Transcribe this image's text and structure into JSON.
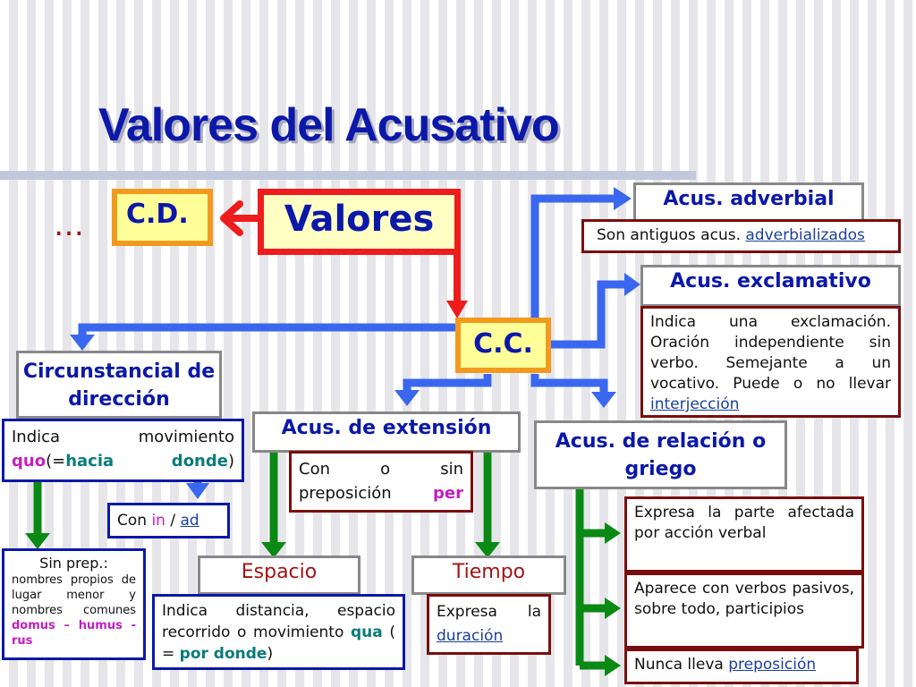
{
  "title": "Valores del Acusativo",
  "ellipsis": "…",
  "nodes": {
    "cd": "C.D.",
    "valores": "Valores",
    "cc": "C.C.",
    "adverbial": "Acus. adverbial",
    "exclamativo": "Acus. exclamativo",
    "direccion": "Circunstancial de dirección",
    "extension": "Acus. de extensión",
    "relacion": "Acus. de relación o griego",
    "espacio": "Espacio",
    "tiempo": "Tiempo"
  },
  "texts": {
    "adverbial_desc": "Son antiguos acus. ",
    "adverbial_link": "adverbializados",
    "exclamativo_desc": "Indica una exclamación. Oración independiente sin verbo. Semejante a un vocativo. Puede o no llevar ",
    "exclamativo_link": "interjección",
    "direccion_desc1": "Indica movimiento ",
    "direccion_quo": "quo",
    "direccion_mid": "(=",
    "direccion_hacia": "hacia donde",
    "direccion_end": ")",
    "con_label": "Con ",
    "con_in": "in",
    "con_sep": " / ",
    "con_ad": "ad",
    "sinprep_title": "Sin prep.:",
    "sinprep_desc": "nombres propios de lugar menor y nombres comunes ",
    "sinprep_bold": "domus – humus - rus",
    "extension_desc": "Con o sin preposición ",
    "extension_per": "per",
    "espacio_desc1": "Indica distancia, espacio recorrido o movimiento ",
    "espacio_qua": "qua",
    "espacio_mid": " ( = ",
    "espacio_por": "por donde",
    "espacio_end": ")",
    "tiempo_desc": "Expresa la ",
    "tiempo_link": "duración",
    "relacion_1": "Expresa la parte afectada por acción verbal",
    "relacion_2": "Aparece con verbos pasivos, sobre todo, participios",
    "relacion_3": "Nunca lleva ",
    "relacion_3_link": "preposición"
  },
  "colors": {
    "title": "#0b18a8",
    "red_arrow": "#ee1c1c",
    "blue_arrow": "#3a67ef",
    "green_arrow": "#0a8a14",
    "orange_border": "#f29a1e",
    "dark_red_border": "#7a0e0e"
  }
}
